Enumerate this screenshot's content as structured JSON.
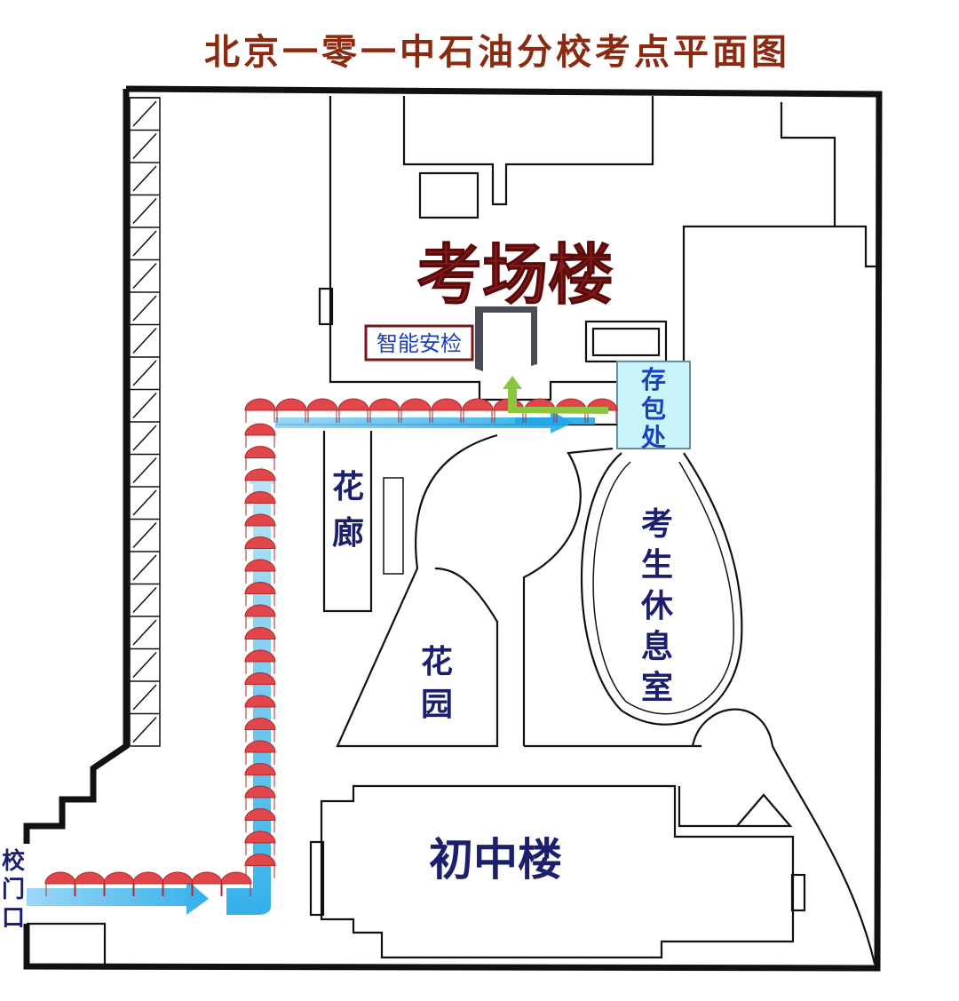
{
  "title": "北京一零一中石油分校考点平面图",
  "buildings": {
    "exam_building": "考场楼",
    "junior_building": "初中楼",
    "flower_corridor": [
      "花",
      "廊"
    ],
    "garden": [
      "花",
      "园"
    ],
    "lounge": [
      "考",
      "生",
      "休",
      "息",
      "室"
    ],
    "bag_storage": [
      "存",
      "包",
      "处"
    ]
  },
  "security_check": "智能安检",
  "school_gate": [
    "校",
    "门",
    "口"
  ],
  "colors": {
    "title": "#8a2a10",
    "exam_building": "#8b1a1a",
    "labels": "#1b1f6e",
    "route_arrow": "#1ea7e8",
    "entry_arrow": "#8cc63f",
    "umbrella": "#e0464a",
    "bag_storage_fill": "#c8f4fa"
  }
}
